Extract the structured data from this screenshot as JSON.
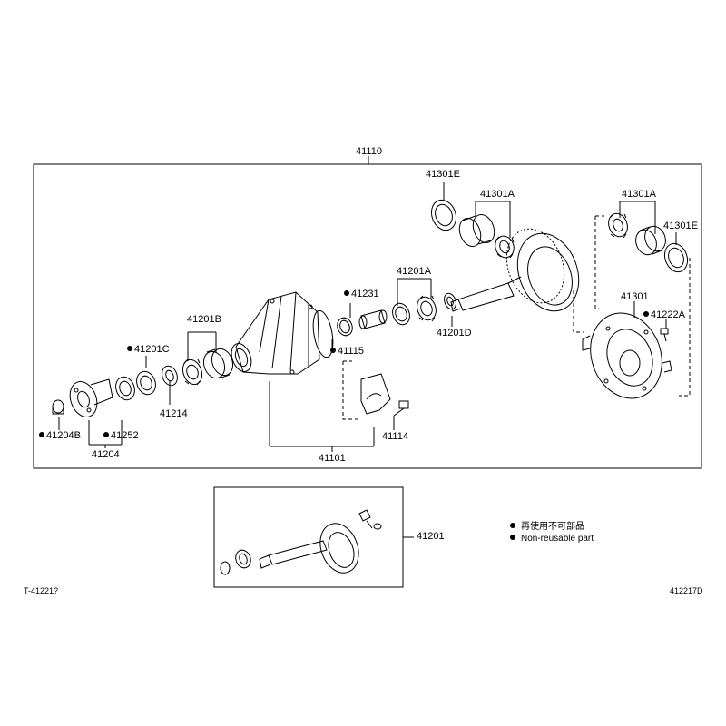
{
  "accent_highlight": "#9ec9f3",
  "labels": {
    "top": "41110",
    "p41301E_a": "41301E",
    "p41301A_a": "41301A",
    "p41301A_b": "41301A",
    "p41301E_b": "41301E",
    "p41231": "41231",
    "p41201A": "41201A",
    "p41201D": "41201D",
    "p41301": "41301",
    "p41222A": "41222A",
    "p41201B": "41201B",
    "p41201C": "41201C",
    "p41115": "41115",
    "p41214": "41214",
    "p41204B": "41204B",
    "p41252": "41252",
    "p41204": "41204",
    "p41114": "41114",
    "p41101": "41101",
    "p41201": "41201"
  },
  "legend": {
    "jp": "再使用不可部品",
    "en": "Non-reusable part"
  },
  "codes": {
    "left": "T-41221?",
    "right": "412217D"
  },
  "icons": [
    "non-reusable-bullet-icon"
  ]
}
